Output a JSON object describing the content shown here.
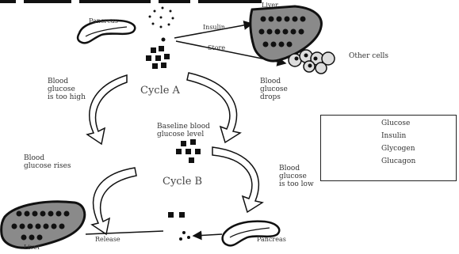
{
  "labels": {
    "pancreas_top": "Pancreas",
    "liver_top": "Liver",
    "insulin": "Insulin",
    "store": "Store",
    "other_cells": "Other cells",
    "cycle_a": "Cycle A",
    "cycle_b": "Cycle B",
    "blood_glucose_too_high": [
      "Blood",
      "glucose",
      "is too high"
    ],
    "blood_glucose_drops": [
      "Blood",
      "glucose",
      "drops"
    ],
    "baseline_blood_glucose": [
      "Baseline blood",
      "glucose level"
    ],
    "blood_glucose_rises": [
      "Blood",
      "glucose rises"
    ],
    "blood_glucose_too_low": [
      "Blood",
      "glucose",
      "is too low"
    ],
    "liver_bottom": "Liver",
    "release": "Release",
    "pancreas_bottom": "Pancreas"
  },
  "legend": [
    {
      "symbol": "dot",
      "label": "Glucose"
    },
    {
      "symbol": "small-dot",
      "label": "Insulin"
    },
    {
      "symbol": "chain",
      "label": "Glycogen"
    },
    {
      "symbol": "tiny-dot",
      "label": "Glucagon"
    }
  ],
  "colors": {
    "ink": "#111111",
    "organ_fill": "#8a8a8a",
    "arrow_fill": "#ffffff"
  }
}
